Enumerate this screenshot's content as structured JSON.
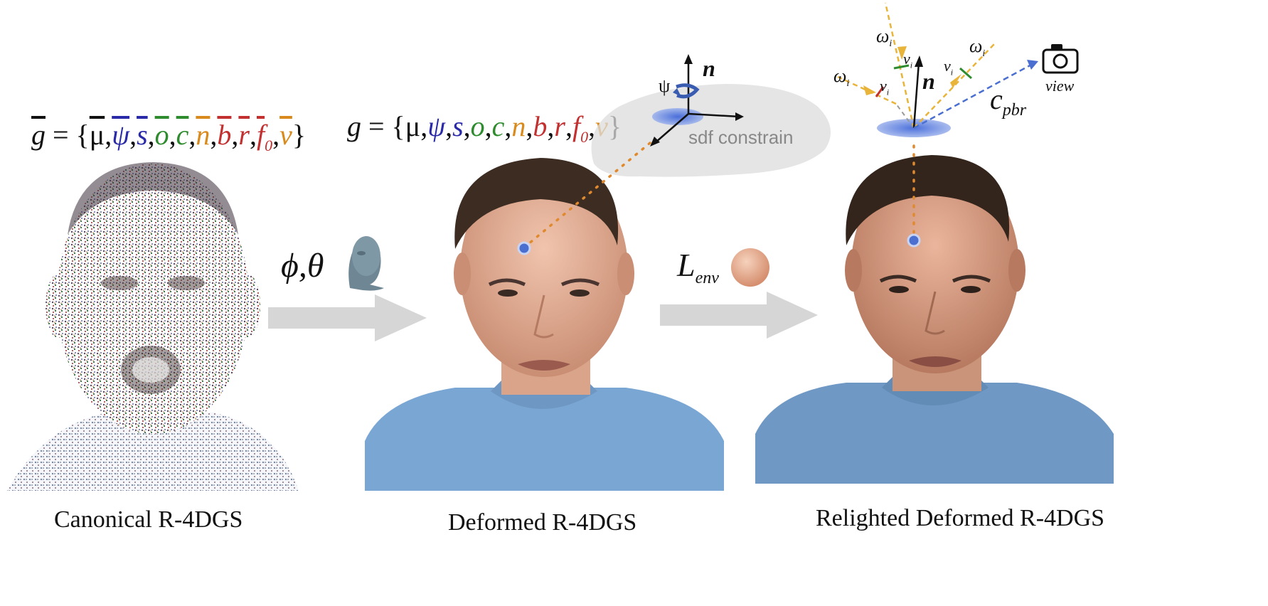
{
  "formulas": {
    "canonical": {
      "lhs": "g",
      "eq": " = {",
      "terms": [
        {
          "sym": "μ",
          "color": "black"
        },
        {
          "sym": "ψ",
          "color": "blue"
        },
        {
          "sym": "s",
          "color": "blue"
        },
        {
          "sym": "o",
          "color": "green"
        },
        {
          "sym": "c",
          "color": "green"
        },
        {
          "sym": "n",
          "color": "orange"
        },
        {
          "sym": "b",
          "color": "red"
        },
        {
          "sym": "r",
          "color": "red"
        },
        {
          "sym": "f",
          "sub": "0",
          "color": "red"
        },
        {
          "sym": "v",
          "color": "orange"
        }
      ],
      "close": "}"
    },
    "deformed": {
      "lhs": "g",
      "eq": " = {",
      "terms": [
        {
          "sym": "μ",
          "color": "black"
        },
        {
          "sym": "ψ",
          "color": "blue"
        },
        {
          "sym": "s",
          "color": "blue"
        },
        {
          "sym": "o",
          "color": "green"
        },
        {
          "sym": "c",
          "color": "green"
        },
        {
          "sym": "n",
          "color": "orange"
        },
        {
          "sym": "b",
          "color": "red"
        },
        {
          "sym": "r",
          "color": "red"
        },
        {
          "sym": "f",
          "sub": "0",
          "color": "red"
        },
        {
          "sym": "v",
          "color": "orange"
        }
      ],
      "close": "}"
    }
  },
  "labels": {
    "phi_theta": "ϕ,θ",
    "l_env": "L",
    "l_env_sub": "env",
    "psi": "ψ",
    "n_upper": "n",
    "n_right": "n",
    "sdf": "sdf constrain",
    "omega": "ω",
    "omega_sub": "i",
    "v": "v",
    "v_sub": "i",
    "c_pbr": "c",
    "c_pbr_sub": "pbr",
    "view": "view"
  },
  "captions": {
    "canonical": "Canonical R-4DGS",
    "deformed": "Deformed R-4DGS",
    "relighted": "Relighted Deformed R-4DGS"
  },
  "colors": {
    "blue": "#2a2aa8",
    "green": "#2e8b2e",
    "orange": "#d98a1c",
    "red": "#c23030",
    "arrow": "#d6d6d6",
    "shirt": "#7aa6d4",
    "skin": "#e8b49a",
    "hair": "#3d2c22",
    "gaussian": "#4a6fd1",
    "ray": "#e8b43a"
  },
  "icons": {
    "head_mesh": "head-mesh-icon",
    "env_sphere": "env-light-sphere-icon",
    "camera": "camera-icon"
  }
}
